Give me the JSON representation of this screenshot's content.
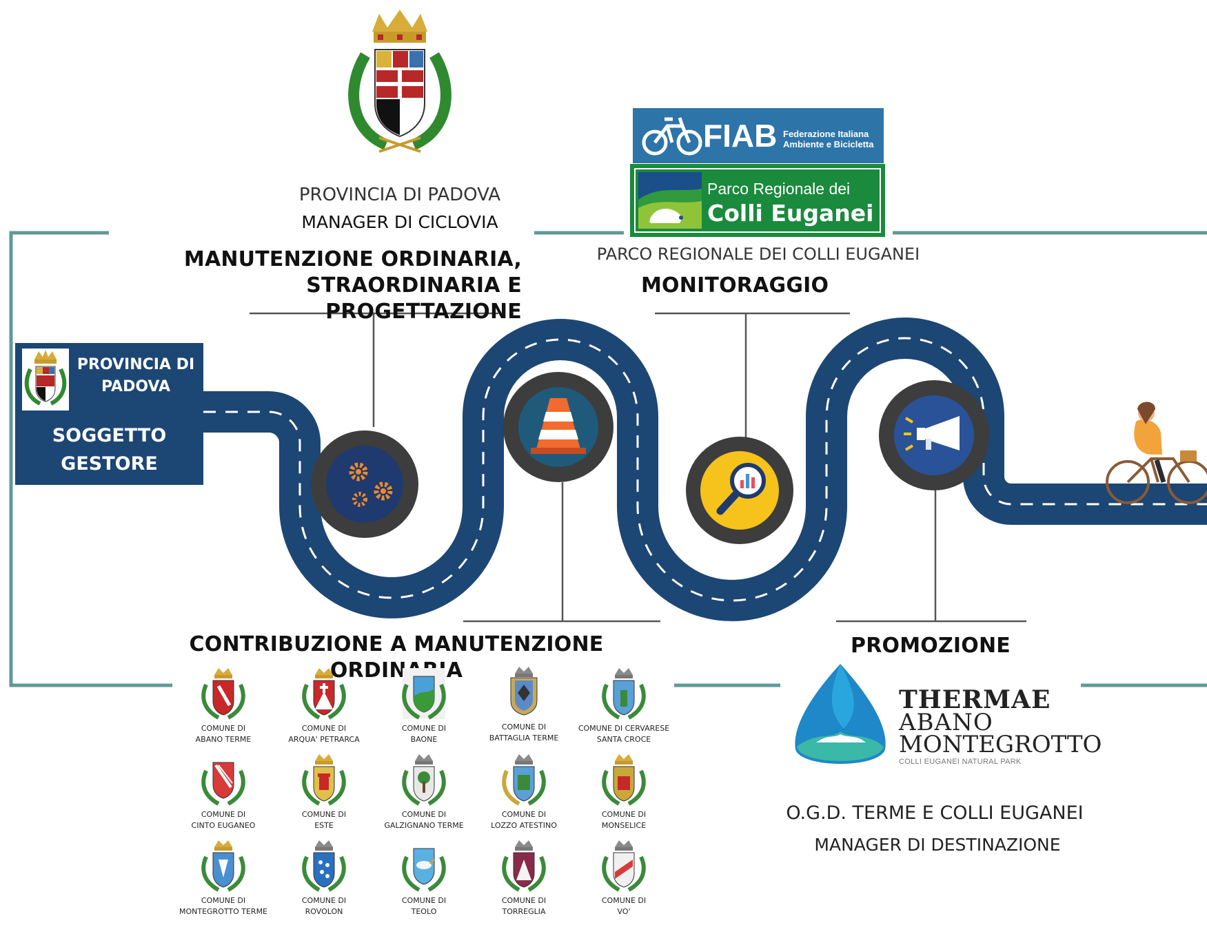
{
  "roles": {
    "provincia_top_name": "PROVINCIA DI PADOVA",
    "provincia_top_role": "MANAGER DI CICLOVIA",
    "gestore_name_line1": "PROVINCIA DI",
    "gestore_name_line2": "PADOVA",
    "gestore_role_line1": "SOGGETTO",
    "gestore_role_line2": "GESTORE",
    "parco_caption": "PARCO REGIONALE DEI COLLI EUGANEI",
    "ogd_name": "O.G.D. TERME E COLLI EUGANEI",
    "ogd_role": "MANAGER DI DESTINAZIONE"
  },
  "headings": {
    "manutenzione_line1": "MANUTENZIONE ORDINARIA,",
    "manutenzione_line2": "STRAORDINARIA E PROGETTAZIONE",
    "monitoraggio": "MONITORAGGIO",
    "contribuzione": "CONTRIBUZIONE A MANUTENZIONE ORDINARIA",
    "promozione": "PROMOZIONE"
  },
  "logos": {
    "fiab_word": "FIAB",
    "fiab_sub_line1": "Federazione Italiana",
    "fiab_sub_line2": "Ambiente e Bicicletta",
    "parco_line1": "Parco Regionale dei",
    "parco_line2": "Colli Euganei",
    "thermae_line1": "THERMAE",
    "thermae_line2": "ABANO",
    "thermae_line3": "MONTEGROTTO",
    "thermae_line4": "COLLI EUGANEI NATURAL PARK"
  },
  "icons": {
    "step1": "gears-icon",
    "step2": "traffic-cone-icon",
    "step3": "magnifier-chart-icon",
    "step4": "megaphone-icon"
  },
  "colors": {
    "road": "#1c4674",
    "frame": "#5f9a97",
    "icon_ring": "#3a3a3a",
    "gestore_box": "#1c4674"
  },
  "municipalities": [
    {
      "line1": "COMUNE DI",
      "line2": "ABANO TERME"
    },
    {
      "line1": "COMUNE DI",
      "line2": "ARQUA' PETRARCA"
    },
    {
      "line1": "COMUNE DI",
      "line2": "BAONE"
    },
    {
      "line1": "COMUNE DI",
      "line2": "BATTAGLIA TERME"
    },
    {
      "line1": "COMUNE DI CERVARESE",
      "line2": "SANTA CROCE"
    },
    {
      "line1": "COMUNE DI",
      "line2": "CINTO EUGANEO"
    },
    {
      "line1": "COMUNE DI",
      "line2": "ESTE"
    },
    {
      "line1": "COMUNE DI",
      "line2": "GALZIGNANO TERME"
    },
    {
      "line1": "COMUNE DI",
      "line2": "LOZZO ATESTINO"
    },
    {
      "line1": "COMUNE DI",
      "line2": "MONSELICE"
    },
    {
      "line1": "COMUNE DI",
      "line2": "MONTEGROTTO TERME"
    },
    {
      "line1": "COMUNE DI",
      "line2": "ROVOLON"
    },
    {
      "line1": "COMUNE DI",
      "line2": "TEOLO"
    },
    {
      "line1": "COMUNE DI",
      "line2": "TORREGLIA"
    },
    {
      "line1": "COMUNE DI",
      "line2": "VO'"
    }
  ]
}
